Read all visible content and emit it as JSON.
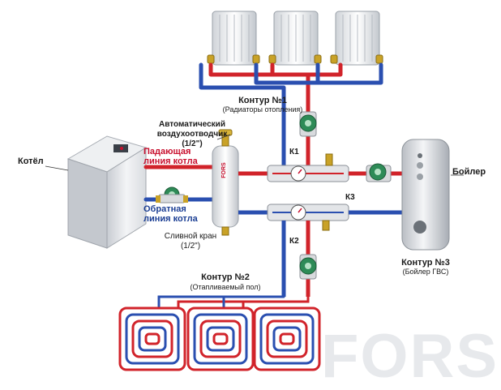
{
  "labels": {
    "kontur1_title": "Контур №1",
    "kontur1_sub": "(Радиаторы отопления)",
    "air_vent_l1": "Автоматический",
    "air_vent_l2": "воздухоотводчик",
    "air_vent_l3": "(1/2\")",
    "kotel": "Котёл",
    "supply_l1": "Падающая",
    "supply_l2": "линия котла",
    "return_l1": "Обратная",
    "return_l2": "линия котла",
    "drain_l1": "Сливной кран",
    "drain_l2": "(1/2\")",
    "k1": "К1",
    "k2": "К2",
    "k3": "К3",
    "boiler": "Бойлер",
    "kontur2_title": "Контур №2",
    "kontur2_sub": "(Отапливаемый пол)",
    "kontur3_title": "Контур №3",
    "kontur3_sub": "(Бойлер ГВС)",
    "separator_logo": "FORS",
    "watermark": "FORS"
  },
  "colors": {
    "supply_pipe": "#d1232a",
    "return_pipe": "#2a4fb0",
    "pump_green": "#2e8b57",
    "brass": "#c9a227",
    "metal": "#e6e8eb"
  }
}
